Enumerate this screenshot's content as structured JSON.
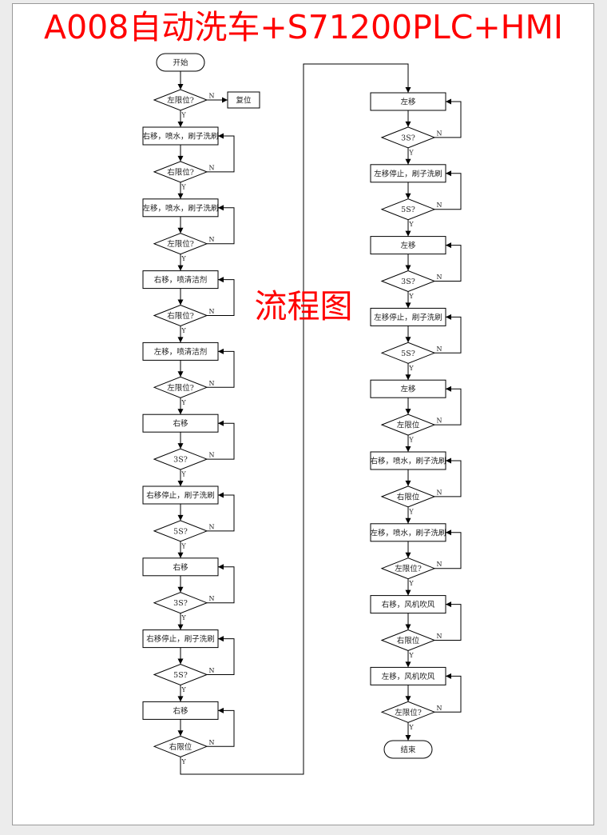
{
  "title": {
    "line1": "A008自动洗车+S71200PLC+HMI",
    "line2": "流程图"
  },
  "labels": {
    "yes": "Y",
    "no": "N"
  },
  "left_column": {
    "start": "开始",
    "first_check": "左限位?",
    "reset": "复位",
    "steps": [
      {
        "type": "box",
        "label": "右移，喷水，刷子洗刷"
      },
      {
        "type": "diamond",
        "label": "右限位?"
      },
      {
        "type": "box",
        "label": "左移，喷水，刷子洗刷"
      },
      {
        "type": "diamond",
        "label": "左限位?"
      },
      {
        "type": "box",
        "label": "右移，喷清洁剂"
      },
      {
        "type": "diamond",
        "label": "右限位?"
      },
      {
        "type": "box",
        "label": "左移，喷清洁剂"
      },
      {
        "type": "diamond",
        "label": "左限位?"
      },
      {
        "type": "box",
        "label": "右移"
      },
      {
        "type": "diamond",
        "label": "3S?"
      },
      {
        "type": "box",
        "label": "右移停止，刷子洗刷"
      },
      {
        "type": "diamond",
        "label": "5S?"
      },
      {
        "type": "box",
        "label": "右移"
      },
      {
        "type": "diamond",
        "label": "3S?"
      },
      {
        "type": "box",
        "label": "右移停止，刷子洗刷"
      },
      {
        "type": "diamond",
        "label": "5S?"
      },
      {
        "type": "box",
        "label": "右移"
      },
      {
        "type": "diamond",
        "label": "右限位"
      }
    ]
  },
  "right_column": {
    "steps": [
      {
        "type": "box",
        "label": "左移"
      },
      {
        "type": "diamond",
        "label": "3S?"
      },
      {
        "type": "box",
        "label": "左移停止，刷子洗刷"
      },
      {
        "type": "diamond",
        "label": "5S?"
      },
      {
        "type": "box",
        "label": "左移"
      },
      {
        "type": "diamond",
        "label": "3S?"
      },
      {
        "type": "box",
        "label": "左移停止，刷子洗刷"
      },
      {
        "type": "diamond",
        "label": "5S?"
      },
      {
        "type": "box",
        "label": "左移"
      },
      {
        "type": "diamond",
        "label": "左限位"
      },
      {
        "type": "box",
        "label": "右移，喷水，刷子洗刷"
      },
      {
        "type": "diamond",
        "label": "右限位"
      },
      {
        "type": "box",
        "label": "左移，喷水，刷子洗刷"
      },
      {
        "type": "diamond",
        "label": "左限位?"
      },
      {
        "type": "box",
        "label": "右移，风机吹风"
      },
      {
        "type": "diamond",
        "label": "右限位"
      },
      {
        "type": "box",
        "label": "左移，风机吹风"
      },
      {
        "type": "diamond",
        "label": "左限位?"
      }
    ],
    "end": "结束"
  }
}
